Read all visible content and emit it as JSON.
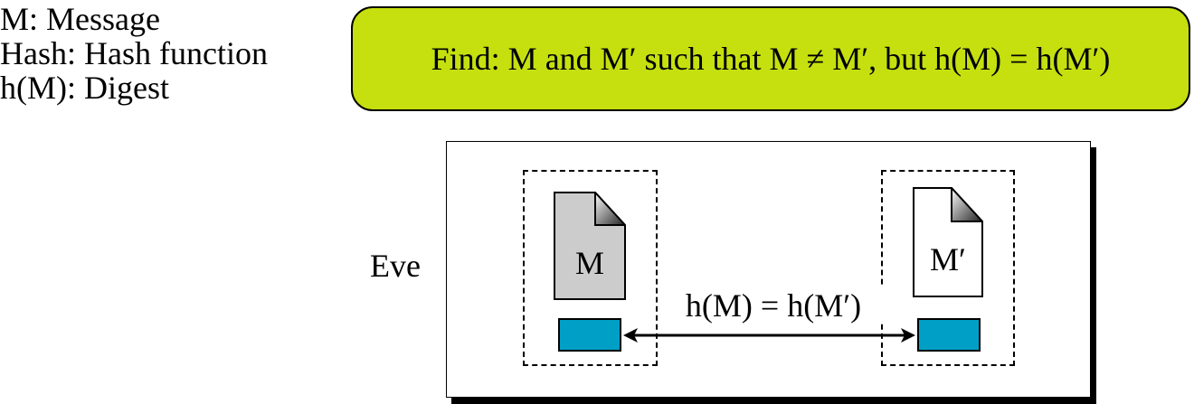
{
  "legend": {
    "line1": "M: Message",
    "line2": "Hash: Hash function",
    "line3": "h(M): Digest"
  },
  "goal": {
    "text": "Find: M and M′ such that M ≠ M′, but h(M) = h(M′)",
    "color": "#c5e00e"
  },
  "actor": {
    "label": "Eve"
  },
  "documents": {
    "left_label": "M",
    "right_label": "M′",
    "left_fill": "#cccccc",
    "right_fill": "#ffffff"
  },
  "digest": {
    "color": "#00a0c6",
    "relation": "h(M) = h(M′)"
  }
}
